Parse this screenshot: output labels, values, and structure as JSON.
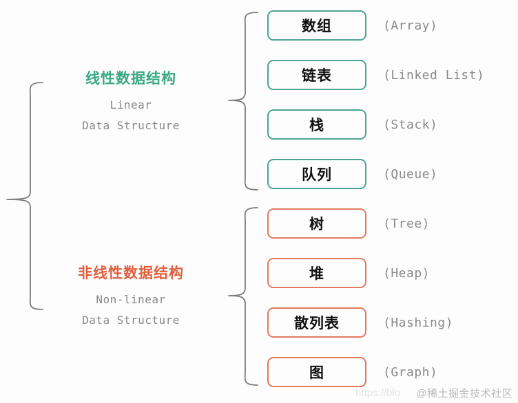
{
  "diagram": {
    "groups": [
      {
        "id": "linear",
        "title_cn": "线性数据结构",
        "subtitle_line1": "Linear",
        "subtitle_line2": "Data Structure",
        "color": "#3aa882",
        "box_color": "#4da394",
        "items": [
          {
            "cn": "数组",
            "en": "(Array)"
          },
          {
            "cn": "链表",
            "en": "(Linked List)"
          },
          {
            "cn": "栈",
            "en": "(Stack)"
          },
          {
            "cn": "队列",
            "en": "(Queue)"
          }
        ]
      },
      {
        "id": "nonlinear",
        "title_cn": "非线性数据结构",
        "subtitle_line1": "Non-linear",
        "subtitle_line2": "Data Structure",
        "color": "#e0603f",
        "box_color": "#e2795e",
        "items": [
          {
            "cn": "树",
            "en": "(Tree)"
          },
          {
            "cn": "堆",
            "en": "(Heap)"
          },
          {
            "cn": "散列表",
            "en": "(Hashing)"
          },
          {
            "cn": "图",
            "en": "(Graph)"
          }
        ]
      }
    ]
  },
  "watermark": {
    "handle": "@稀土掘金技术社区",
    "url": "https://blo"
  }
}
